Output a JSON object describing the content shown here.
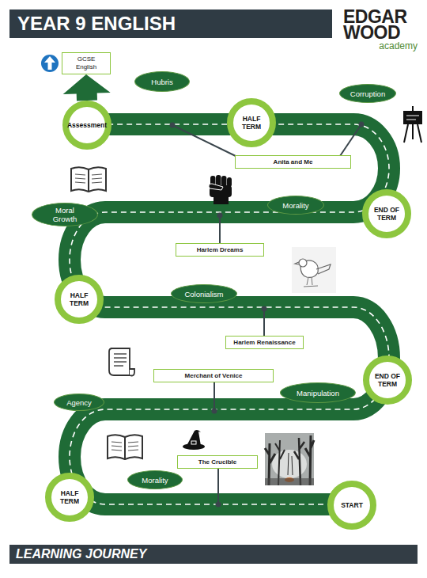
{
  "diagram": {
    "title": "YEAR 9 ENGLISH",
    "caption": "LEARNING JOURNEY",
    "nodes": [
      {
        "text": [
          "GCSE English"
        ]
      },
      {
        "text": [
          "Hubris"
        ]
      },
      {
        "text": [
          "Corruption"
        ]
      },
      {
        "text": [
          "Assessment"
        ]
      },
      {
        "text": [
          "HALF TERM"
        ]
      },
      {
        "text": [
          "Anita and Me"
        ]
      },
      {
        "text": [
          "Morality"
        ]
      },
      {
        "text": [
          "END OF TERM"
        ]
      },
      {
        "text": [
          "Moral Growth"
        ]
      },
      {
        "text": [
          "Harlem Dreams"
        ]
      },
      {
        "text": [
          "HALF TERM"
        ]
      },
      {
        "text": [
          "Colonialism"
        ]
      },
      {
        "text": [
          "Harlem Renaissance"
        ]
      },
      {
        "text": [
          "Merchant of Venice"
        ]
      },
      {
        "text": [
          "Manipulation"
        ]
      },
      {
        "text": [
          "END OF TERM"
        ]
      },
      {
        "text": [
          "Agency"
        ]
      },
      {
        "text": [
          "The Crucible"
        ]
      },
      {
        "text": [
          "Morality"
        ]
      },
      {
        "text": [
          "HALF TERM"
        ]
      },
      {
        "text": [
          "START"
        ]
      }
    ],
    "edges": [
      {
        "from": 3,
        "to": 0,
        "arrow": "to"
      }
    ],
    "labels": [
      "EDGAR WOOD",
      "academy"
    ]
  }
}
